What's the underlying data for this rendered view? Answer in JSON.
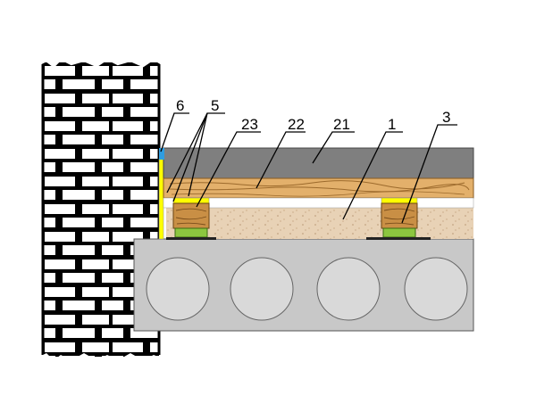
{
  "labels": {
    "l6": "6",
    "l5": "5",
    "l23": "23",
    "l22": "22",
    "l21": "21",
    "l1": "1",
    "l3": "3"
  },
  "colors": {
    "background": "#ffffff",
    "brick": "#ffffff",
    "mortar": "#000000",
    "finish_floor": "#7f7f7f",
    "board": "#e3b06b",
    "board_grain": "#9c6a2c",
    "insulation_fill": "#e8d2b6",
    "log_wood": "#c98f45",
    "pad_green": "#8cc63f",
    "slab": "#c8c8c8",
    "slab_hole": "#d9d9d9",
    "edge_strip": "#ffff00",
    "seal_blue": "#2f9de0"
  }
}
